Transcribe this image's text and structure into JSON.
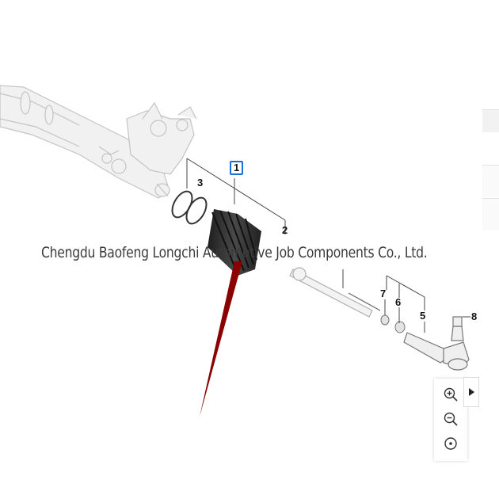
{
  "watermark": {
    "text": "Chengdu Baofeng Longchi Automotive Job Components Co., Ltd."
  },
  "callouts": [
    "1",
    "2",
    "3",
    "5",
    "6",
    "7",
    "8"
  ],
  "selected_callout": "1",
  "colors": {
    "selection_border": "#1a6fd1",
    "pointer_red": "#8b0000",
    "part_outline": "#c4c4c4",
    "boot_dark": "#2a2a2a"
  },
  "zoom_controls": {
    "zoom_in_icon": "zoom-in-icon",
    "zoom_out_icon": "zoom-out-icon",
    "reset_icon": "reset-view-icon",
    "toggle_icon": "chevron-right-icon"
  }
}
